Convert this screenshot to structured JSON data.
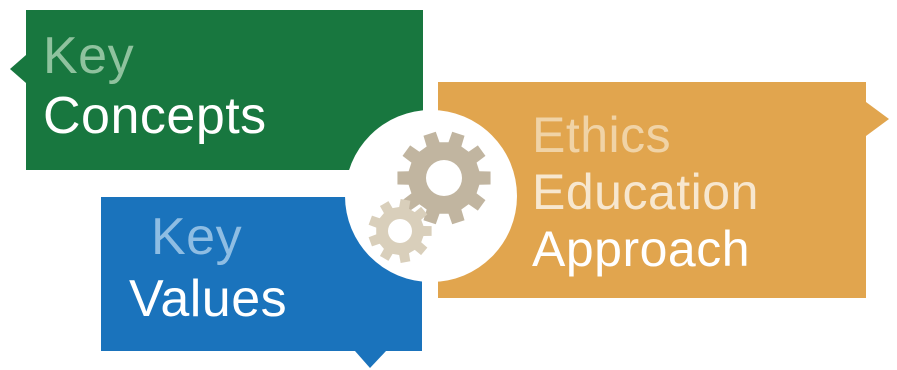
{
  "colors": {
    "green": "#18773f",
    "blue": "#1a73bc",
    "orange": "#e1a54e",
    "circle": "#ffffff",
    "gear_large": "#c1b5a0",
    "gear_small": "#d9cfbb"
  },
  "key_concepts": {
    "line1": "Key",
    "line2": "Concepts",
    "line1_color": "#8fc29e",
    "line2_color": "#ffffff"
  },
  "key_values": {
    "line1": "Key",
    "line2": "Values",
    "line1_color": "#8ebde3",
    "line2_color": "#ffffff"
  },
  "ethics_education_approach": {
    "line1": "Ethics",
    "line2": "Education",
    "line3": "Approach",
    "line1_color": "#f0d3a6",
    "line2_color": "#f7e7cf",
    "line3_color": "#ffffff"
  },
  "icons": {
    "center": "gears-icon"
  }
}
